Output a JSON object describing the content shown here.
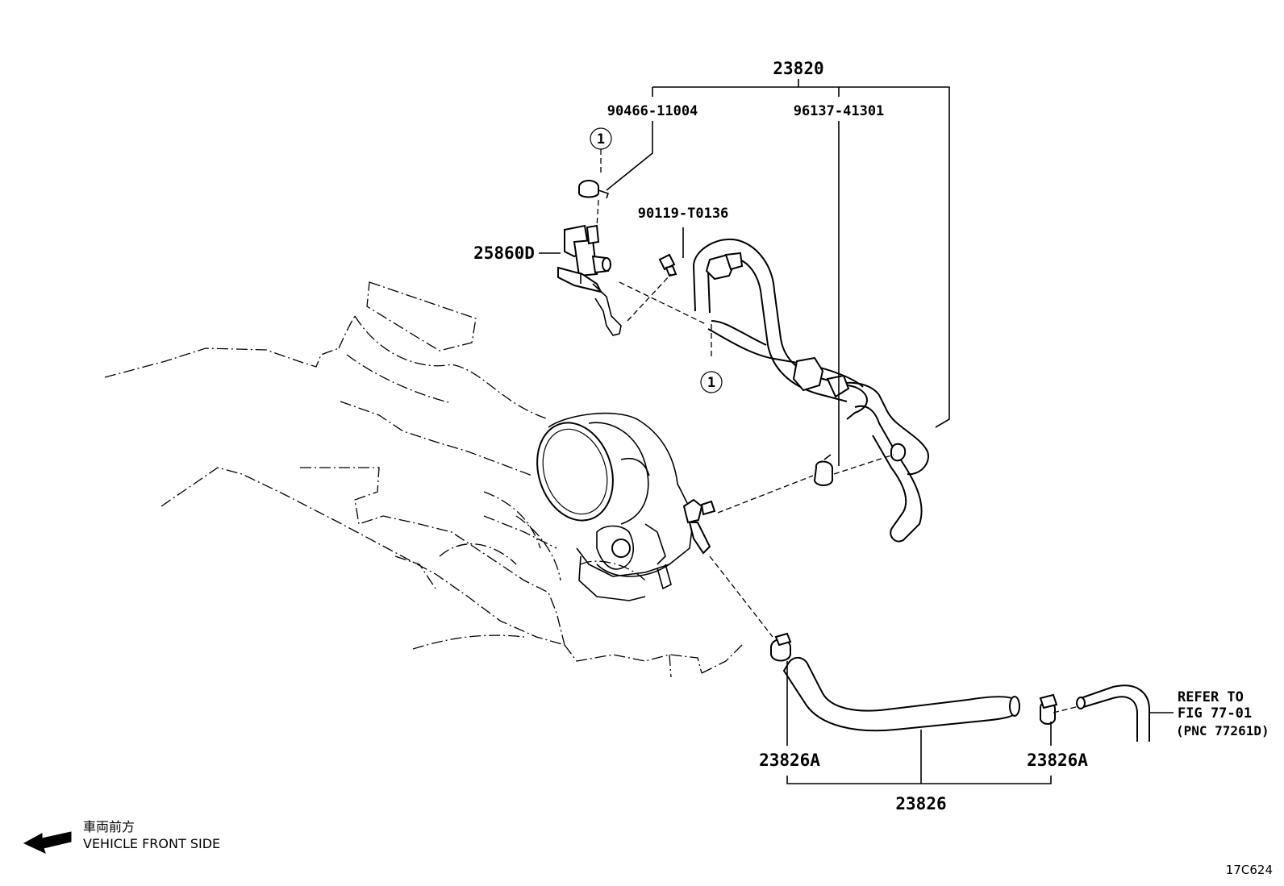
{
  "labels": {
    "hose_assy_top": "23820",
    "clamp_top": "90466-11004",
    "clamp_lower": "96137-41301",
    "bolt": "90119-T0136",
    "vsv": "25860D",
    "clamp_bottom_left": "23826A",
    "clamp_bottom_right": "23826A",
    "hose_bottom": "23826",
    "refer_line1": "REFER TO",
    "refer_line2": "FIG 77-01",
    "refer_line3": "(PNC 77261D)",
    "callout_1": "1",
    "callout_2": "1"
  },
  "legend": {
    "japanese": "車両前方",
    "english": "VEHICLE FRONT SIDE"
  },
  "figure_code": "17C624"
}
